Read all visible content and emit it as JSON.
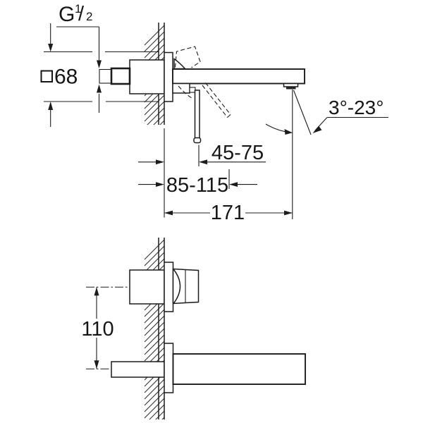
{
  "drawing": {
    "labels": {
      "thread": {
        "letter": "G",
        "numerator": "1",
        "slash": "/",
        "denominator": "2"
      },
      "escutcheon_size": "68",
      "lever_reach_near": "45-75",
      "lever_reach_far": "85-115",
      "spout_projection": "171",
      "spout_angle": "3°-23°",
      "hole_spacing": "110"
    },
    "line_color": "#1c1c1c",
    "background": "#ffffff"
  }
}
